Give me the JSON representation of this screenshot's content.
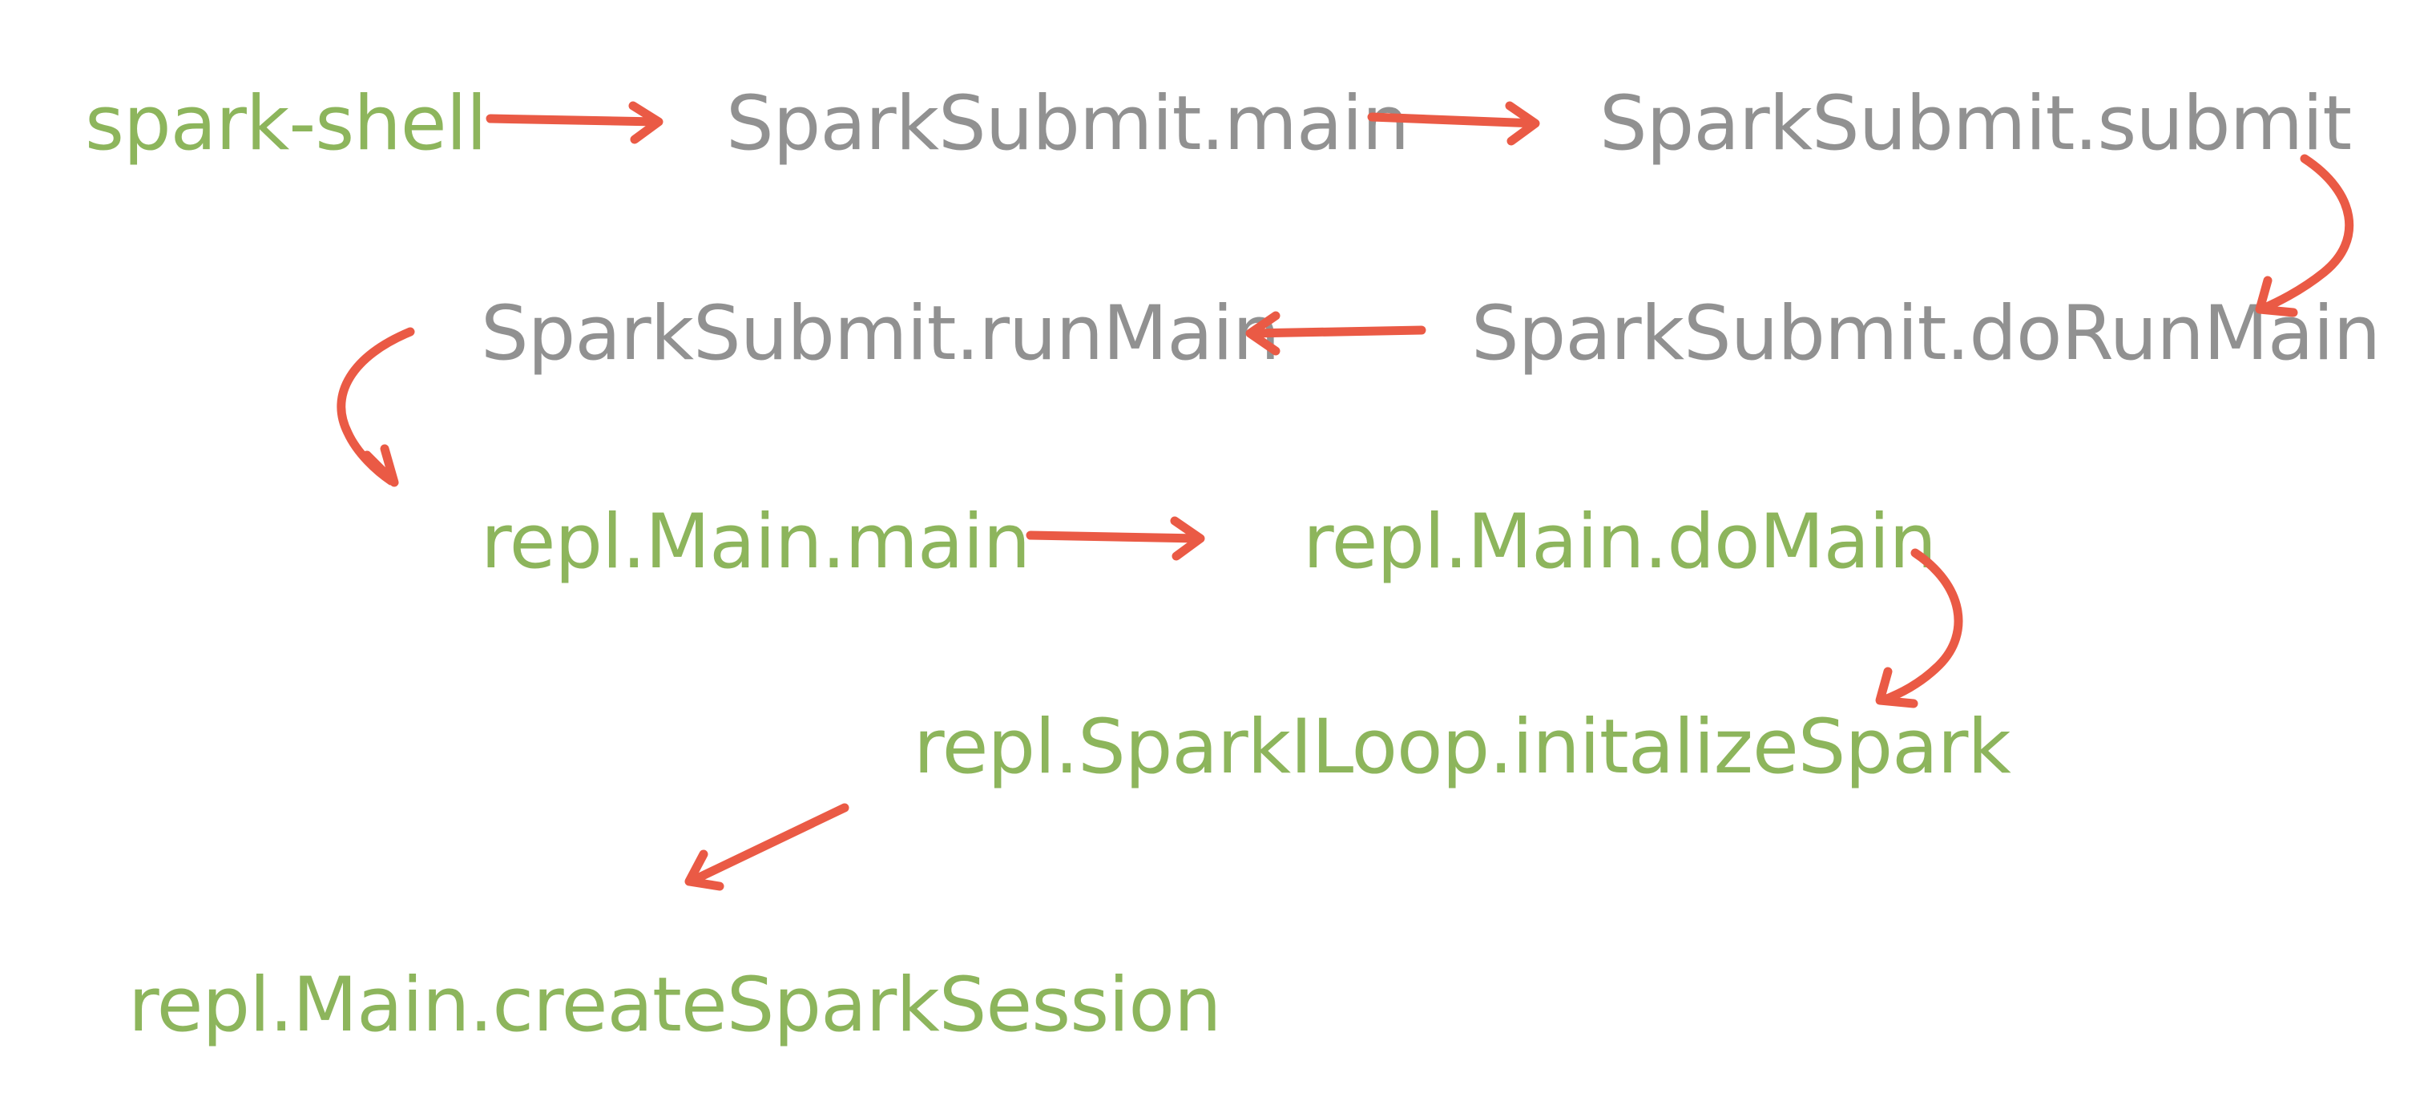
{
  "colors": {
    "highlight_text": "#8db55c",
    "normal_text": "#919191",
    "arrow": "#ea5a45",
    "background": "#ffffff"
  },
  "nodes": [
    {
      "id": "spark-shell",
      "label": "spark-shell",
      "style": "highlight"
    },
    {
      "id": "sparksubmit-main",
      "label": "SparkSubmit.main",
      "style": "normal"
    },
    {
      "id": "sparksubmit-submit",
      "label": "SparkSubmit.submit",
      "style": "normal"
    },
    {
      "id": "sparksubmit-dorunmain",
      "label": "SparkSubmit.doRunMain",
      "style": "normal"
    },
    {
      "id": "sparksubmit-runmain",
      "label": "SparkSubmit.runMain",
      "style": "normal"
    },
    {
      "id": "repl-main-main",
      "label": "repl.Main.main",
      "style": "highlight"
    },
    {
      "id": "repl-main-domain",
      "label": "repl.Main.doMain",
      "style": "highlight"
    },
    {
      "id": "repl-sparkiloop-initalizespark",
      "label": "repl.SparkILoop.initalizeSpark",
      "style": "highlight"
    },
    {
      "id": "repl-main-createsparksession",
      "label": "repl.Main.createSparkSession",
      "style": "highlight"
    }
  ],
  "edges": [
    {
      "from": "spark-shell",
      "to": "sparksubmit-main"
    },
    {
      "from": "sparksubmit-main",
      "to": "sparksubmit-submit"
    },
    {
      "from": "sparksubmit-submit",
      "to": "sparksubmit-dorunmain"
    },
    {
      "from": "sparksubmit-dorunmain",
      "to": "sparksubmit-runmain"
    },
    {
      "from": "sparksubmit-runmain",
      "to": "repl-main-main"
    },
    {
      "from": "repl-main-main",
      "to": "repl-main-domain"
    },
    {
      "from": "repl-main-domain",
      "to": "repl-sparkiloop-initalizespark"
    },
    {
      "from": "repl-sparkiloop-initalizespark",
      "to": "repl-main-createsparksession"
    }
  ]
}
